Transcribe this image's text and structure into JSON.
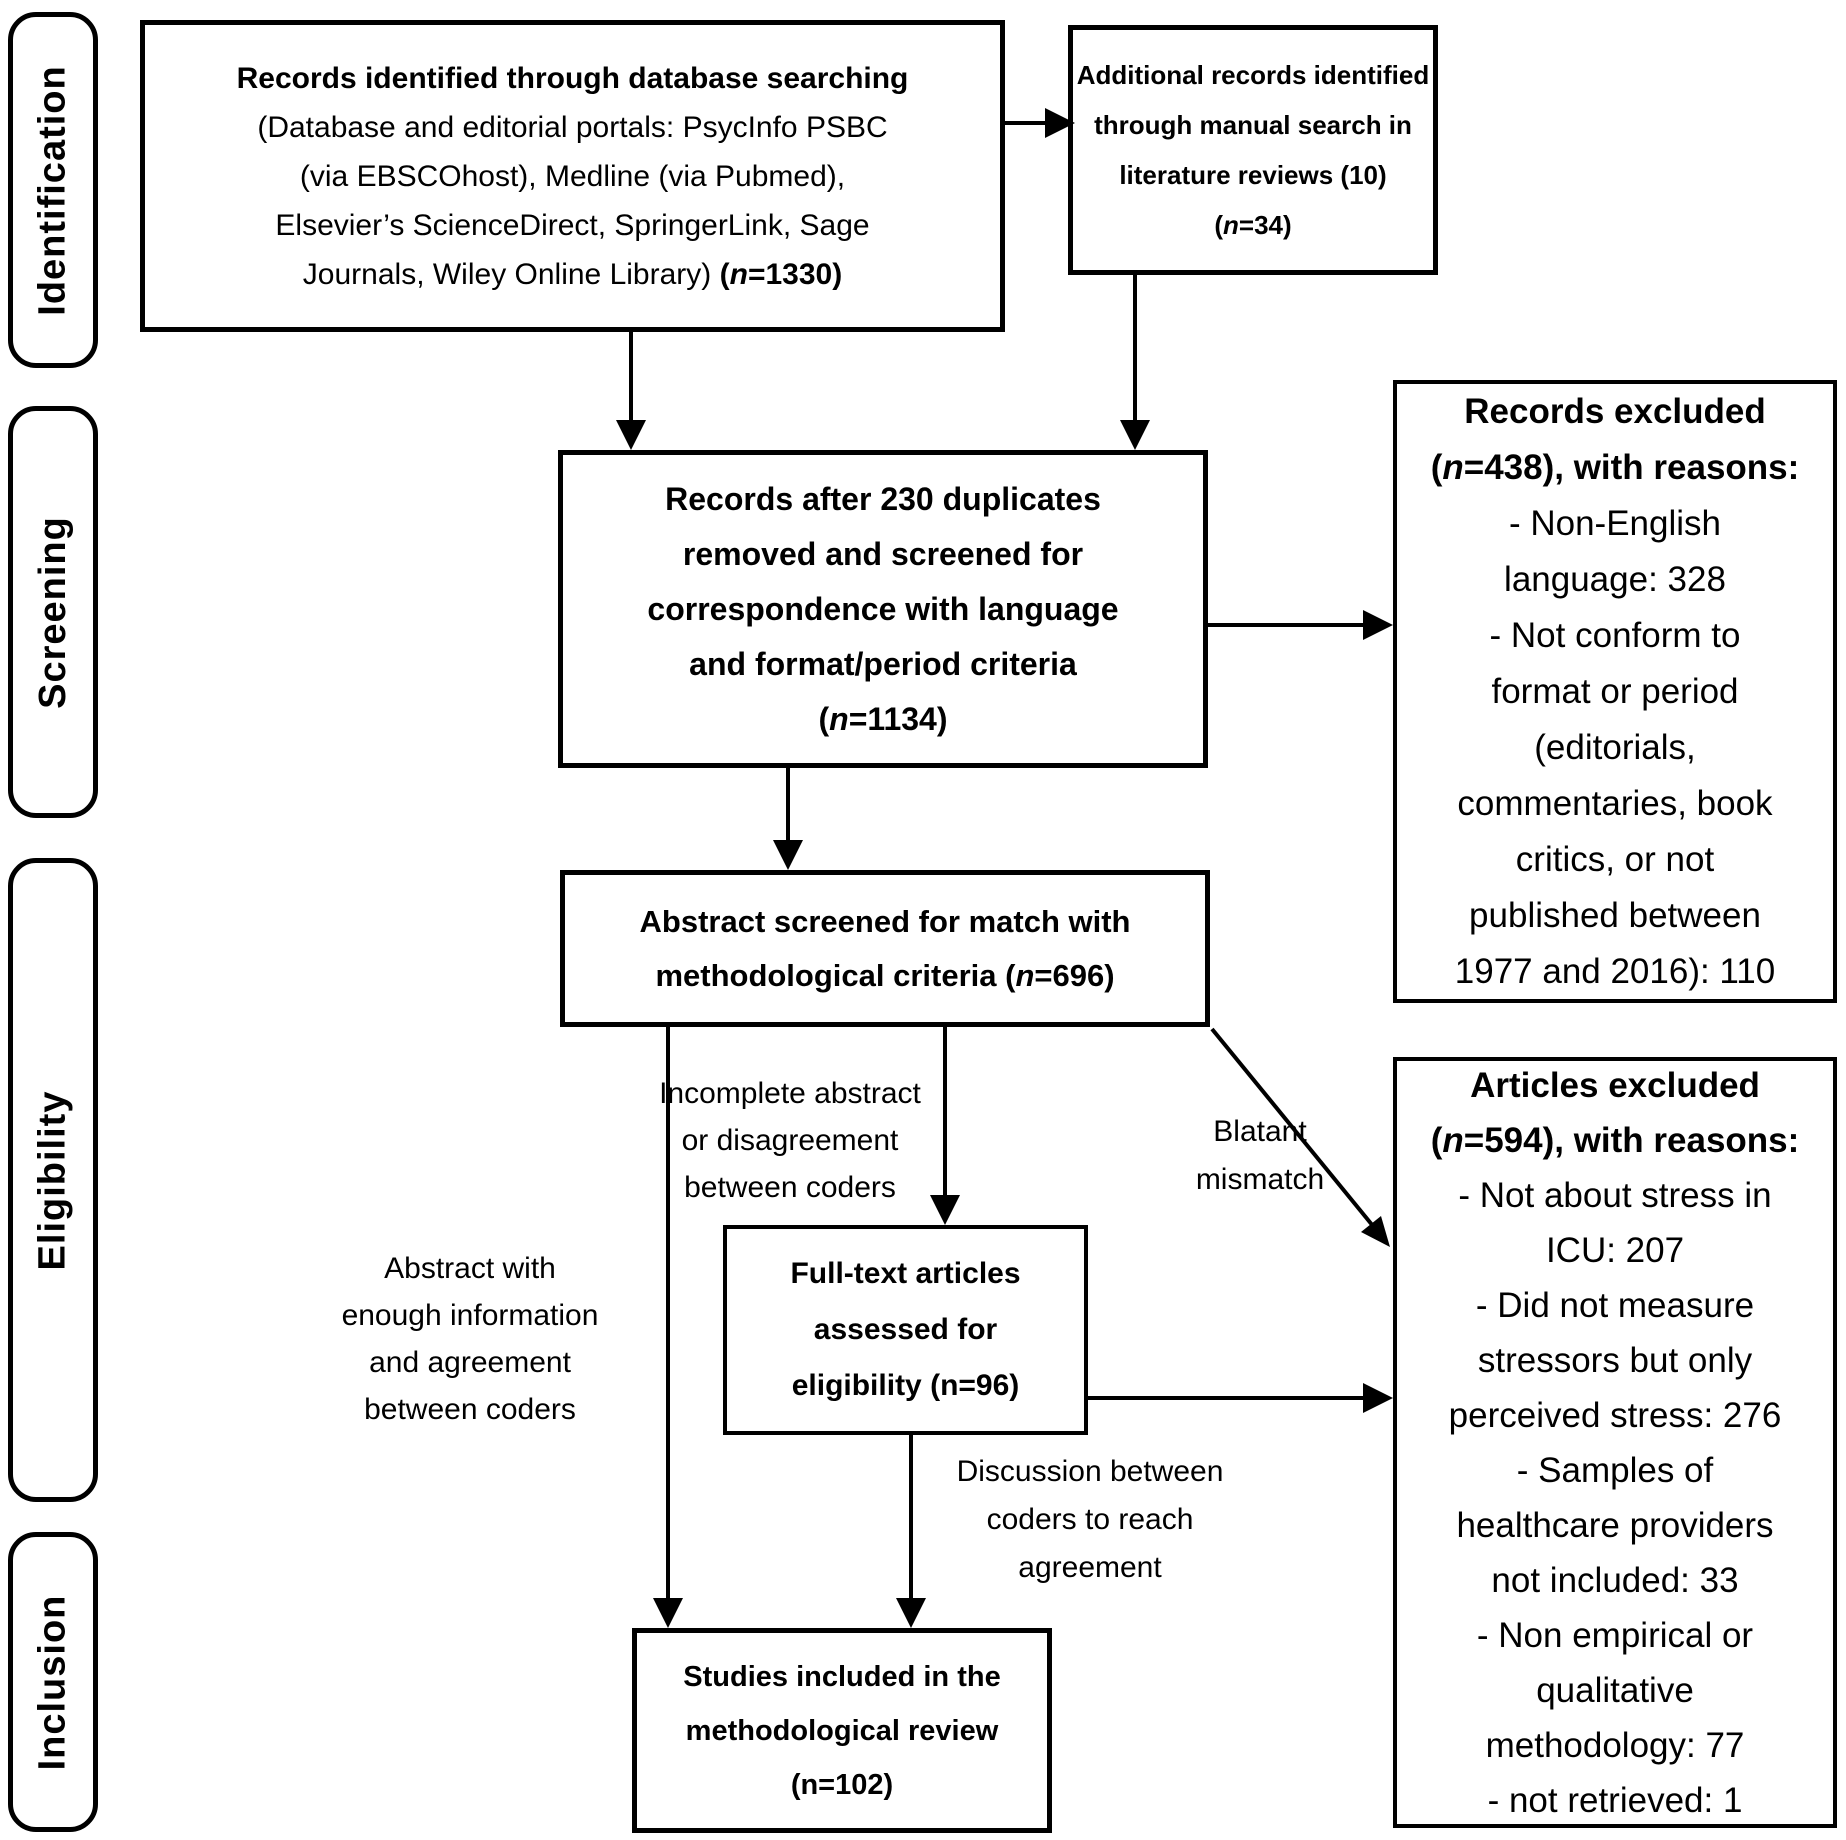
{
  "diagram": {
    "colors": {
      "ink": "#000000",
      "paper": "#ffffff"
    },
    "stages": [
      "Identification",
      "Screening",
      "Eligibility",
      "Inclusion"
    ],
    "boxes": {
      "identified": {
        "lines": [
          [
            {
              "t": "Records identified through database searching",
              "b": 1
            }
          ],
          [
            {
              "t": "(Database and editorial portals: PsycInfo PSBC"
            }
          ],
          [
            {
              "t": "(via EBSCOhost), Medline (via Pubmed),"
            }
          ],
          [
            {
              "t": "Elsevier’s ScienceDirect, SpringerLink, Sage"
            }
          ],
          [
            {
              "t": "Journals, Wiley Online Library) "
            },
            {
              "t": "(",
              "b": 1
            },
            {
              "t": "n",
              "b": 1,
              "i": 1
            },
            {
              "t": "=1330)",
              "b": 1
            }
          ]
        ]
      },
      "additional": {
        "lines": [
          [
            {
              "t": "Additional records identified",
              "b": 1
            }
          ],
          [
            {
              "t": "through manual search in",
              "b": 1
            }
          ],
          [
            {
              "t": "literature reviews (10)",
              "b": 1
            }
          ],
          [
            {
              "t": "(",
              "b": 1
            },
            {
              "t": "n",
              "b": 1,
              "i": 1
            },
            {
              "t": "=34)",
              "b": 1
            }
          ]
        ]
      },
      "after_duplicates": {
        "lines": [
          [
            {
              "t": "Records after 230 duplicates",
              "b": 1
            }
          ],
          [
            {
              "t": "removed and screened for",
              "b": 1
            }
          ],
          [
            {
              "t": "correspondence with language",
              "b": 1
            }
          ],
          [
            {
              "t": "and format/period criteria",
              "b": 1
            }
          ],
          [
            {
              "t": "(",
              "b": 1
            },
            {
              "t": "n",
              "b": 1,
              "i": 1
            },
            {
              "t": "=1134)",
              "b": 1
            }
          ]
        ]
      },
      "records_excluded": {
        "lines": [
          [
            {
              "t": "Records excluded",
              "b": 1
            }
          ],
          [
            {
              "t": "(",
              "b": 1
            },
            {
              "t": "n",
              "b": 1,
              "i": 1
            },
            {
              "t": "=438), with reasons:",
              "b": 1
            }
          ],
          [
            {
              "t": "- Non-English"
            }
          ],
          [
            {
              "t": "language: 328"
            }
          ],
          [
            {
              "t": "- Not conform to"
            }
          ],
          [
            {
              "t": "format or period"
            }
          ],
          [
            {
              "t": "(editorials,"
            }
          ],
          [
            {
              "t": "commentaries, book"
            }
          ],
          [
            {
              "t": "critics, or not"
            }
          ],
          [
            {
              "t": "published between"
            }
          ],
          [
            {
              "t": "1977 and 2016): 110"
            }
          ]
        ]
      },
      "abstract_screened": {
        "lines": [
          [
            {
              "t": "Abstract screened for match with",
              "b": 1
            }
          ],
          [
            {
              "t": "methodological criteria (",
              "b": 1
            },
            {
              "t": "n",
              "b": 1,
              "i": 1
            },
            {
              "t": "=696)",
              "b": 1
            }
          ]
        ]
      },
      "fulltext": {
        "lines": [
          [
            {
              "t": "Full-text articles",
              "b": 1
            }
          ],
          [
            {
              "t": "assessed for",
              "b": 1
            }
          ],
          [
            {
              "t": "eligibility (n=96)",
              "b": 1
            }
          ]
        ]
      },
      "articles_excluded": {
        "lines": [
          [
            {
              "t": "Articles excluded",
              "b": 1
            }
          ],
          [
            {
              "t": "(",
              "b": 1
            },
            {
              "t": "n",
              "b": 1,
              "i": 1
            },
            {
              "t": "=594), with reasons:",
              "b": 1
            }
          ],
          [
            {
              "t": "- Not about stress in"
            }
          ],
          [
            {
              "t": "ICU: 207"
            }
          ],
          [
            {
              "t": "- Did not measure"
            }
          ],
          [
            {
              "t": "stressors but only"
            }
          ],
          [
            {
              "t": "perceived stress: 276"
            }
          ],
          [
            {
              "t": "- Samples of"
            }
          ],
          [
            {
              "t": "healthcare providers"
            }
          ],
          [
            {
              "t": "not included: 33"
            }
          ],
          [
            {
              "t": "- Non empirical or"
            }
          ],
          [
            {
              "t": "qualitative"
            }
          ],
          [
            {
              "t": "methodology: 77"
            }
          ],
          [
            {
              "t": "- not retrieved: 1"
            }
          ]
        ]
      },
      "included": {
        "lines": [
          [
            {
              "t": "Studies included in the",
              "b": 1
            }
          ],
          [
            {
              "t": "methodological review",
              "b": 1
            }
          ],
          [
            {
              "t": "(n=102)",
              "b": 1
            }
          ]
        ]
      }
    },
    "edge_labels": {
      "incomplete": {
        "lines": [
          [
            {
              "t": "Incomplete abstract"
            }
          ],
          [
            {
              "t": "or disagreement"
            }
          ],
          [
            {
              "t": "between coders"
            }
          ]
        ]
      },
      "blatant": {
        "lines": [
          [
            {
              "t": "Blatant"
            }
          ],
          [
            {
              "t": "mismatch"
            }
          ]
        ]
      },
      "enough": {
        "lines": [
          [
            {
              "t": "Abstract with"
            }
          ],
          [
            {
              "t": "enough information"
            }
          ],
          [
            {
              "t": "and agreement"
            }
          ],
          [
            {
              "t": "between coders"
            }
          ]
        ]
      },
      "discussion": {
        "lines": [
          [
            {
              "t": "Discussion between"
            }
          ],
          [
            {
              "t": "coders to reach"
            }
          ],
          [
            {
              "t": "agreement"
            }
          ]
        ]
      }
    }
  }
}
